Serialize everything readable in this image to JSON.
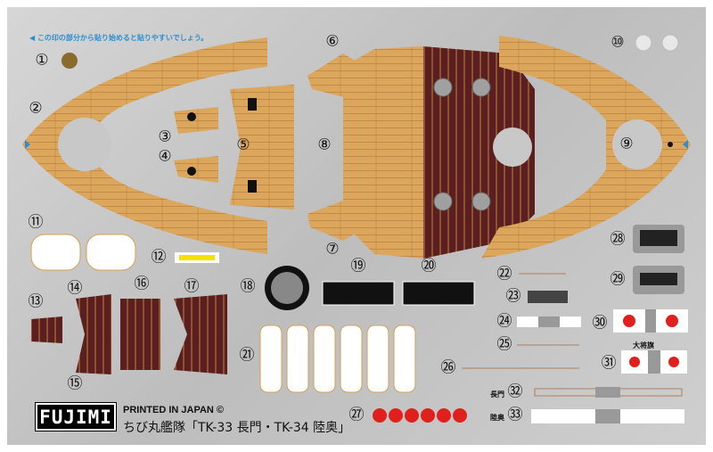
{
  "hint_text": "◀ この印の部分から貼り始めると貼りやすいでしょう。",
  "numbers": [
    "①",
    "②",
    "③",
    "④",
    "⑤",
    "⑥",
    "⑦",
    "⑧",
    "⑨",
    "⑩",
    "⑪",
    "⑫",
    "⑬",
    "⑭",
    "⑮",
    "⑯",
    "⑰",
    "⑱",
    "⑲",
    "⑳",
    "㉑",
    "㉒",
    "㉓",
    "㉔",
    "㉕",
    "㉖",
    "㉗",
    "㉘",
    "㉙",
    "㉚",
    "㉛",
    "㉜",
    "㉝"
  ],
  "labels": {
    "admiral_flag": "大将旗",
    "nagato": "長門",
    "mutsu": "陸奥"
  },
  "footer": {
    "logo": "FUJIMI",
    "printed": "PRINTED IN JAPAN ©",
    "title": "ちび丸艦隊「TK-33 長門・TK-34 陸奥」"
  },
  "colors": {
    "wood": "#dca65c",
    "dark_wood": "#5b1f1f",
    "marker": "#2a8fd0",
    "flag_red": "#e0201c"
  }
}
